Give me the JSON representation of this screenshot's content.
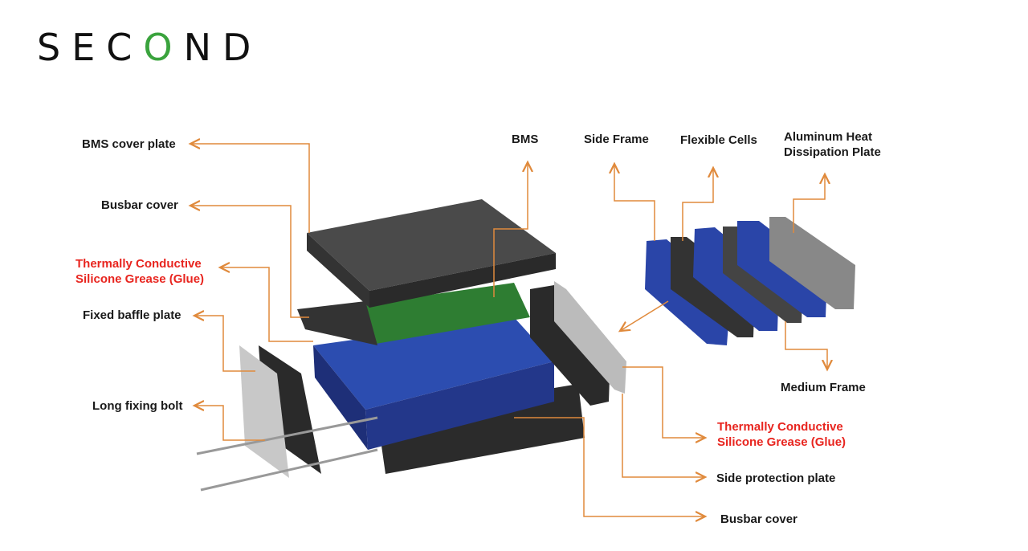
{
  "logo": {
    "pre": "SEC",
    "o": "O",
    "post": "ND"
  },
  "labels": {
    "bms_cover_plate": "BMS cover plate",
    "busbar_cover_left": "Busbar cover",
    "glue_left_1": "Thermally Conductive",
    "glue_left_2": "Silicone Grease (Glue)",
    "fixed_baffle_plate": "Fixed baffle plate",
    "long_fixing_bolt": "Long fixing bolt",
    "bms": "BMS",
    "side_frame": "Side Frame",
    "flexible_cells": "Flexible Cells",
    "aluminum_1": "Aluminum Heat",
    "aluminum_2": "Dissipation Plate",
    "medium_frame": "Medium Frame",
    "glue_right_1": "Thermally Conductive",
    "glue_right_2": "Silicone Grease (Glue)",
    "side_protection_plate": "Side protection plate",
    "busbar_cover_bottom": "Busbar cover"
  },
  "colors": {
    "leader": "#e08a3c",
    "highlight": "#e8251f",
    "logo_accent": "#3aa33d"
  }
}
